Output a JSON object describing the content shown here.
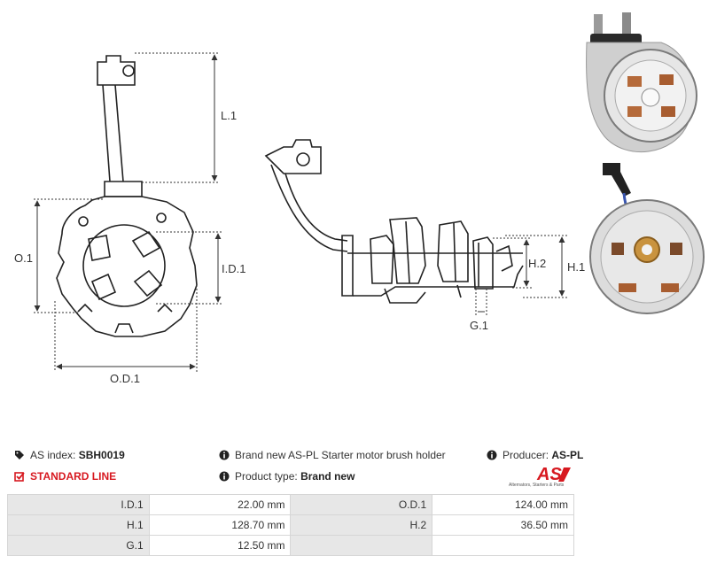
{
  "diagram": {
    "labels": {
      "l1": "L.1",
      "o1": "O.1",
      "id1": "I.D.1",
      "od1": "O.D.1",
      "h1": "H.1",
      "h2": "H.2",
      "g1": "G.1"
    }
  },
  "info": {
    "as_index_label": "AS index:",
    "as_index_value": "SBH0019",
    "description": "Brand new AS-PL Starter motor brush holder",
    "producer_label": "Producer:",
    "producer_value": "AS-PL",
    "line": "STANDARD LINE",
    "product_type_label": "Product type:",
    "product_type_value": "Brand new",
    "logo_text": "AS",
    "logo_subtext": "Alternators, Starters & Parts"
  },
  "specs": [
    {
      "label1": "I.D.1",
      "value1": "22.00 mm",
      "label2": "O.D.1",
      "value2": "124.00 mm"
    },
    {
      "label1": "H.1",
      "value1": "128.70 mm",
      "label2": "H.2",
      "value2": "36.50 mm"
    },
    {
      "label1": "G.1",
      "value1": "12.50 mm",
      "label2": "",
      "value2": ""
    }
  ],
  "colors": {
    "accent_red": "#d71920",
    "table_label_bg": "#e7e7e7",
    "line": "#222222"
  }
}
